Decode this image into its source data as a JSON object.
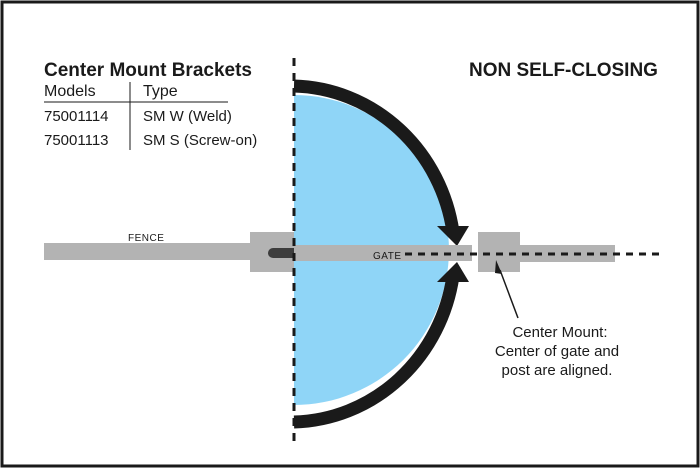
{
  "brackets": {
    "title": "Center Mount Brackets",
    "columns": [
      "Models",
      "Type"
    ],
    "rows": [
      {
        "model": "75001114",
        "type": "SM W (Weld)"
      },
      {
        "model": "75001113",
        "type": "SM S (Screw-on)"
      }
    ]
  },
  "mode_label": "NON SELF-CLOSING",
  "labels": {
    "fence": "FENCE",
    "gate": "GATE",
    "note_line1": "Center Mount:",
    "note_line2": "Center of gate and",
    "note_line3": "post are aligned."
  },
  "colors": {
    "swing_fill": "#8fd5f7",
    "bar_fill": "#b3b3b3",
    "arrow": "#1a1a1a",
    "border": "#1a1a1a"
  }
}
